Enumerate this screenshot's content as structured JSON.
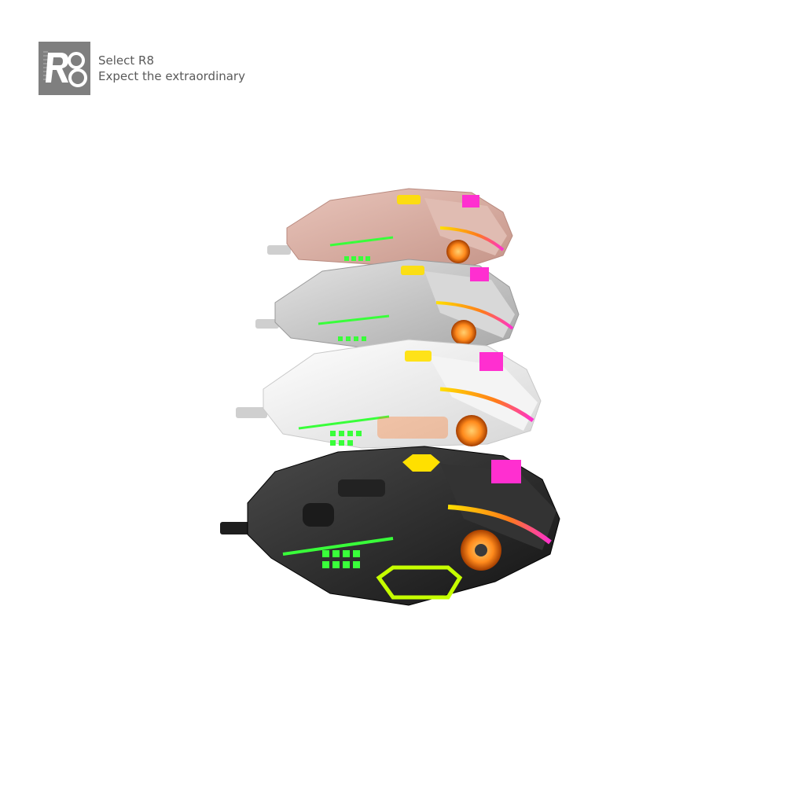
{
  "brand": {
    "logo_name": "R8 logo",
    "logo_color": "#7f7f7f",
    "line1": "Select R8",
    "line2": "Expect the extraordinary"
  },
  "product": {
    "variants": [
      "rose-gold",
      "silver",
      "white",
      "black"
    ],
    "colors": {
      "rose-gold": "#d9aea3",
      "silver": "#c8c8c8",
      "white": "#eeeeee",
      "black": "#2b2b2b"
    },
    "accent_green": "#39ff3a",
    "accent_orange": "#ff8a1c",
    "accent_magenta": "#ff2fd0"
  }
}
